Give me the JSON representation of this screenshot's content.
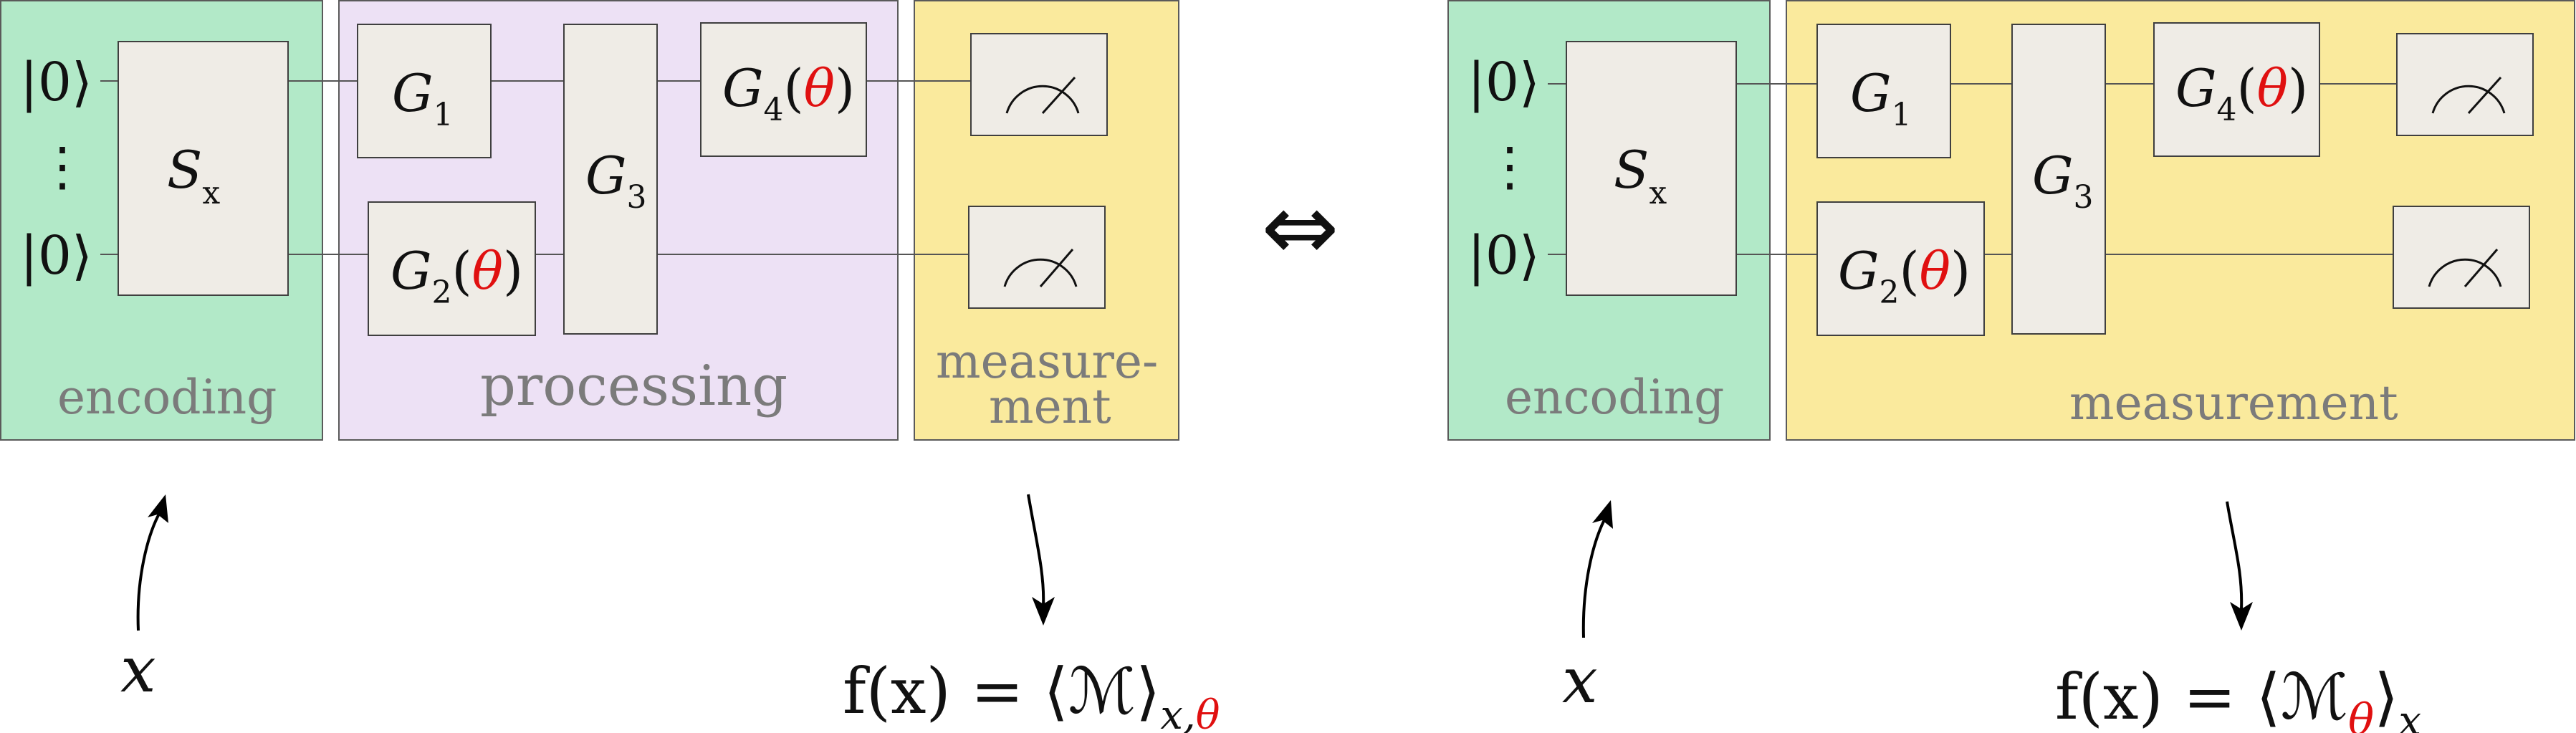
{
  "colors": {
    "encoding_bg": "#b2e9c8",
    "processing_bg": "#ede1f5",
    "measurement_bg": "#faea9d",
    "gate_fill": "#efece6",
    "theta_red": "#e01010",
    "label_gray": "#7b7b7b"
  },
  "left": {
    "ket_top": "|0⟩",
    "ket_bottom": "|0⟩",
    "ellipsis": "⋮",
    "encoding_label": "encoding",
    "processing_label": "processing",
    "measurement_label_line1": "measure-",
    "measurement_label_line2": "ment",
    "gates": {
      "S": {
        "base": "S",
        "sub": "x"
      },
      "G1": {
        "base": "G",
        "sub": "1"
      },
      "G2": {
        "base": "G",
        "sub": "2",
        "open": "(",
        "theta": "θ",
        "close": ")"
      },
      "G3": {
        "base": "G",
        "sub": "3"
      },
      "G4": {
        "base": "G",
        "sub": "4",
        "open": "(",
        "theta": "θ",
        "close": ")"
      }
    },
    "input_label": "x",
    "output_label": {
      "prefix": "f(x) = ⟨ℳ⟩",
      "sub_x": "x,",
      "sub_theta": "θ"
    }
  },
  "equivalence_symbol": "⇔",
  "right": {
    "ket_top": "|0⟩",
    "ket_bottom": "|0⟩",
    "ellipsis": "⋮",
    "encoding_label": "encoding",
    "measurement_label": "measurement",
    "gates": {
      "S": {
        "base": "S",
        "sub": "x"
      },
      "G1": {
        "base": "G",
        "sub": "1"
      },
      "G2": {
        "base": "G",
        "sub": "2",
        "open": "(",
        "theta": "θ",
        "close": ")"
      },
      "G3": {
        "base": "G",
        "sub": "3"
      },
      "G4": {
        "base": "G",
        "sub": "4",
        "open": "(",
        "theta": "θ",
        "close": ")"
      }
    },
    "input_label": "x",
    "output_label": {
      "prefix": "f(x) = ⟨ℳ",
      "theta": "θ",
      "suffix": "⟩",
      "sub_x": "x"
    }
  }
}
